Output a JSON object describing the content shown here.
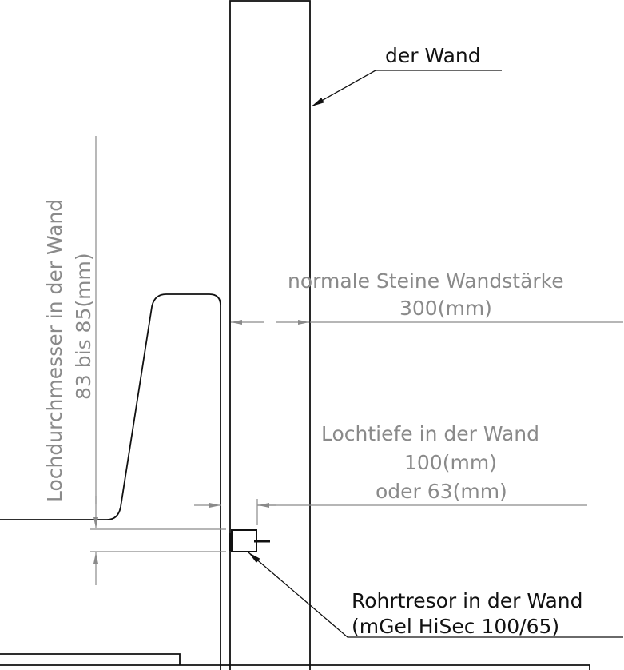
{
  "labels": {
    "wall": "der Wand",
    "wall_thickness_title": "normale Steine Wandstärke",
    "wall_thickness_value": "300(mm)",
    "hole_depth_title": "Lochtiefe in der Wand",
    "hole_depth_value1": "100(mm)",
    "hole_depth_value2": "oder 63(mm)",
    "hole_diameter_title": "Lochdurchmesser in der Wand",
    "hole_diameter_value": "83 bis 85(mm)",
    "safe_title": "Rohrtresor in der Wand",
    "safe_model": "(mGel HiSec 100/65)"
  },
  "colors": {
    "line": "#111111",
    "dimension": "#8a8a8a"
  }
}
